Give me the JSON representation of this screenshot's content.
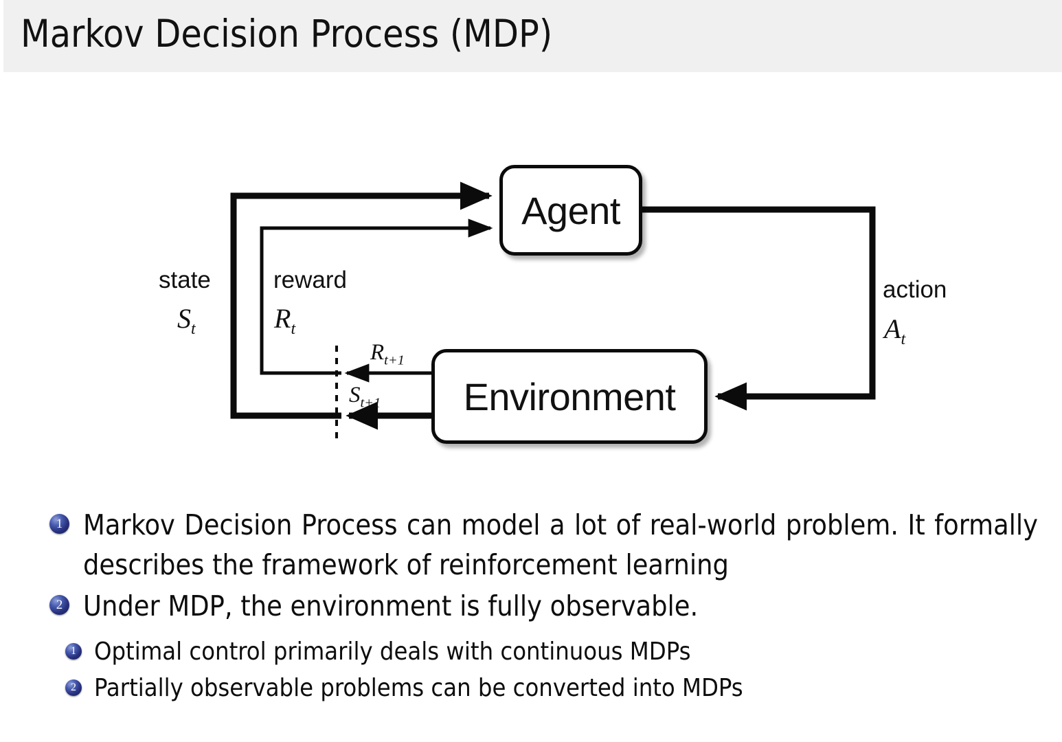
{
  "header": {
    "title": "Markov Decision Process (MDP)"
  },
  "diagram": {
    "nodes": {
      "agent": "Agent",
      "environment": "Environment"
    },
    "labels": {
      "state_word": "state",
      "state_symbol_base": "S",
      "state_symbol_sub": "t",
      "reward_word": "reward",
      "reward_symbol_base": "R",
      "reward_symbol_sub": "t",
      "action_word": "action",
      "action_symbol_base": "A",
      "action_symbol_sub": "t",
      "next_reward_base": "R",
      "next_reward_sub": "t+1",
      "next_state_base": "S",
      "next_state_sub": "t+1"
    },
    "arrow_color": "#0b0b0b"
  },
  "bullets": {
    "level1": [
      {
        "number": "1",
        "text": "Markov Decision Process can model a lot of real-world problem. It formally describes the framework of reinforcement learning"
      },
      {
        "number": "2",
        "text": "Under MDP, the environment is fully observable."
      }
    ],
    "level2": [
      {
        "number": "1",
        "text": "Optimal control primarily deals with continuous MDPs"
      },
      {
        "number": "2",
        "text": "Partially observable problems can be converted into MDPs"
      }
    ]
  },
  "colors": {
    "header_bg": "#f0f0f0",
    "bullet_badge": "#27307e",
    "text": "#0d0d0d"
  }
}
